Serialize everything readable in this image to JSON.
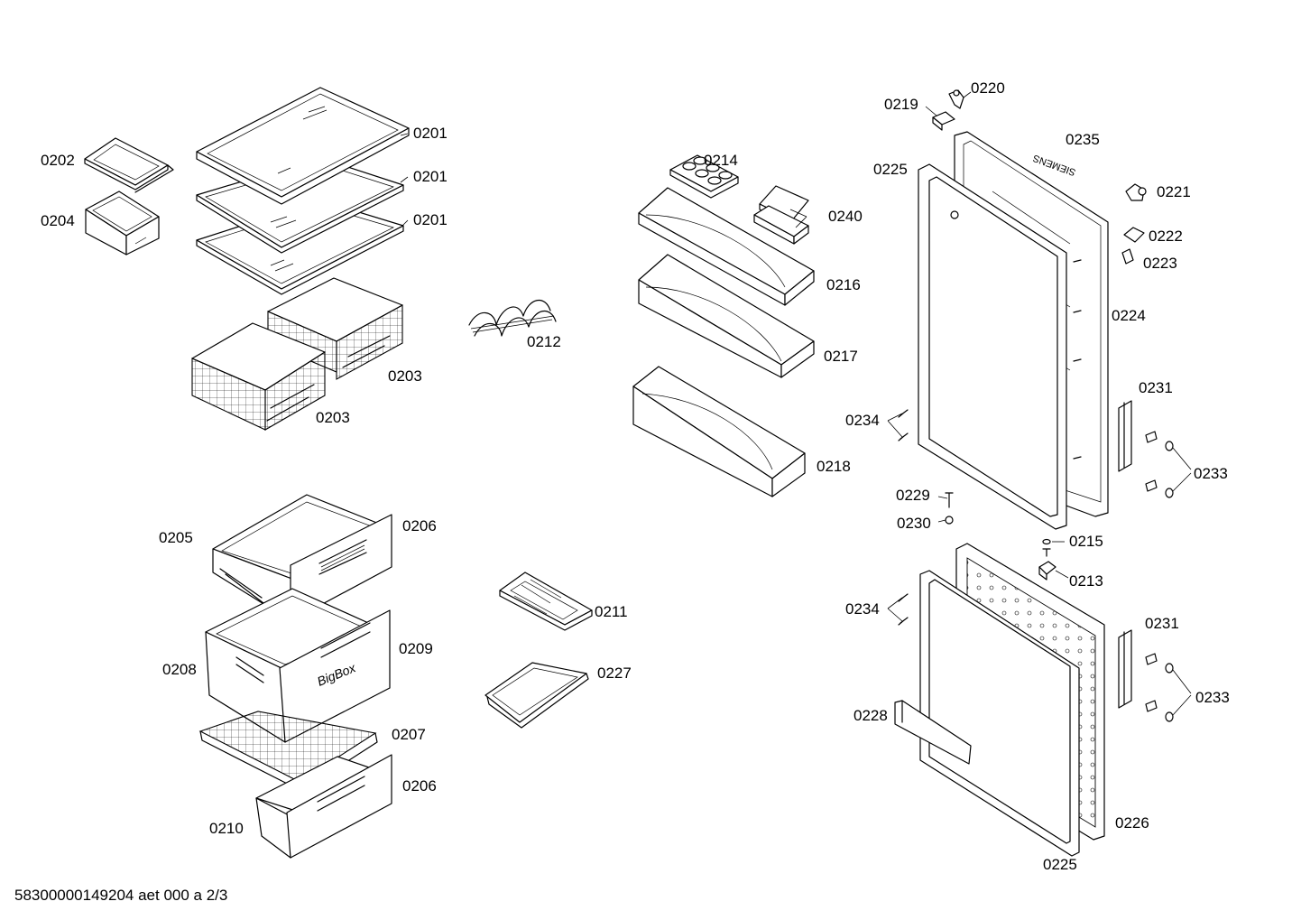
{
  "labels": {
    "l0201a": "0201",
    "l0201b": "0201",
    "l0201c": "0201",
    "l0202": "0202",
    "l0204": "0204",
    "l0203a": "0203",
    "l0203b": "0203",
    "l0212": "0212",
    "l0214": "0214",
    "l0240": "0240",
    "l0216": "0216",
    "l0217": "0217",
    "l0218": "0218",
    "l0205": "0205",
    "l0206a": "0206",
    "l0208": "0208",
    "l0209": "0209",
    "l0207": "0207",
    "l0206b": "0206",
    "l0210": "0210",
    "l0211": "0211",
    "l0227": "0227",
    "l0219": "0219",
    "l0220": "0220",
    "l0235": "0235",
    "l0225a": "0225",
    "l0221": "0221",
    "l0222": "0222",
    "l0223": "0223",
    "l0224": "0224",
    "l0231a": "0231",
    "l0234a": "0234",
    "l0233a": "0233",
    "l0229": "0229",
    "l0230": "0230",
    "l0215": "0215",
    "l0213": "0213",
    "l0234b": "0234",
    "l0231b": "0231",
    "l0233b": "0233",
    "l0228": "0228",
    "l0226": "0226",
    "l0225b": "0225"
  },
  "imprints": {
    "bigbox": "BigBox",
    "brand": "SIEMENS"
  },
  "footer": "58300000149204 aet 000 a 2/3"
}
